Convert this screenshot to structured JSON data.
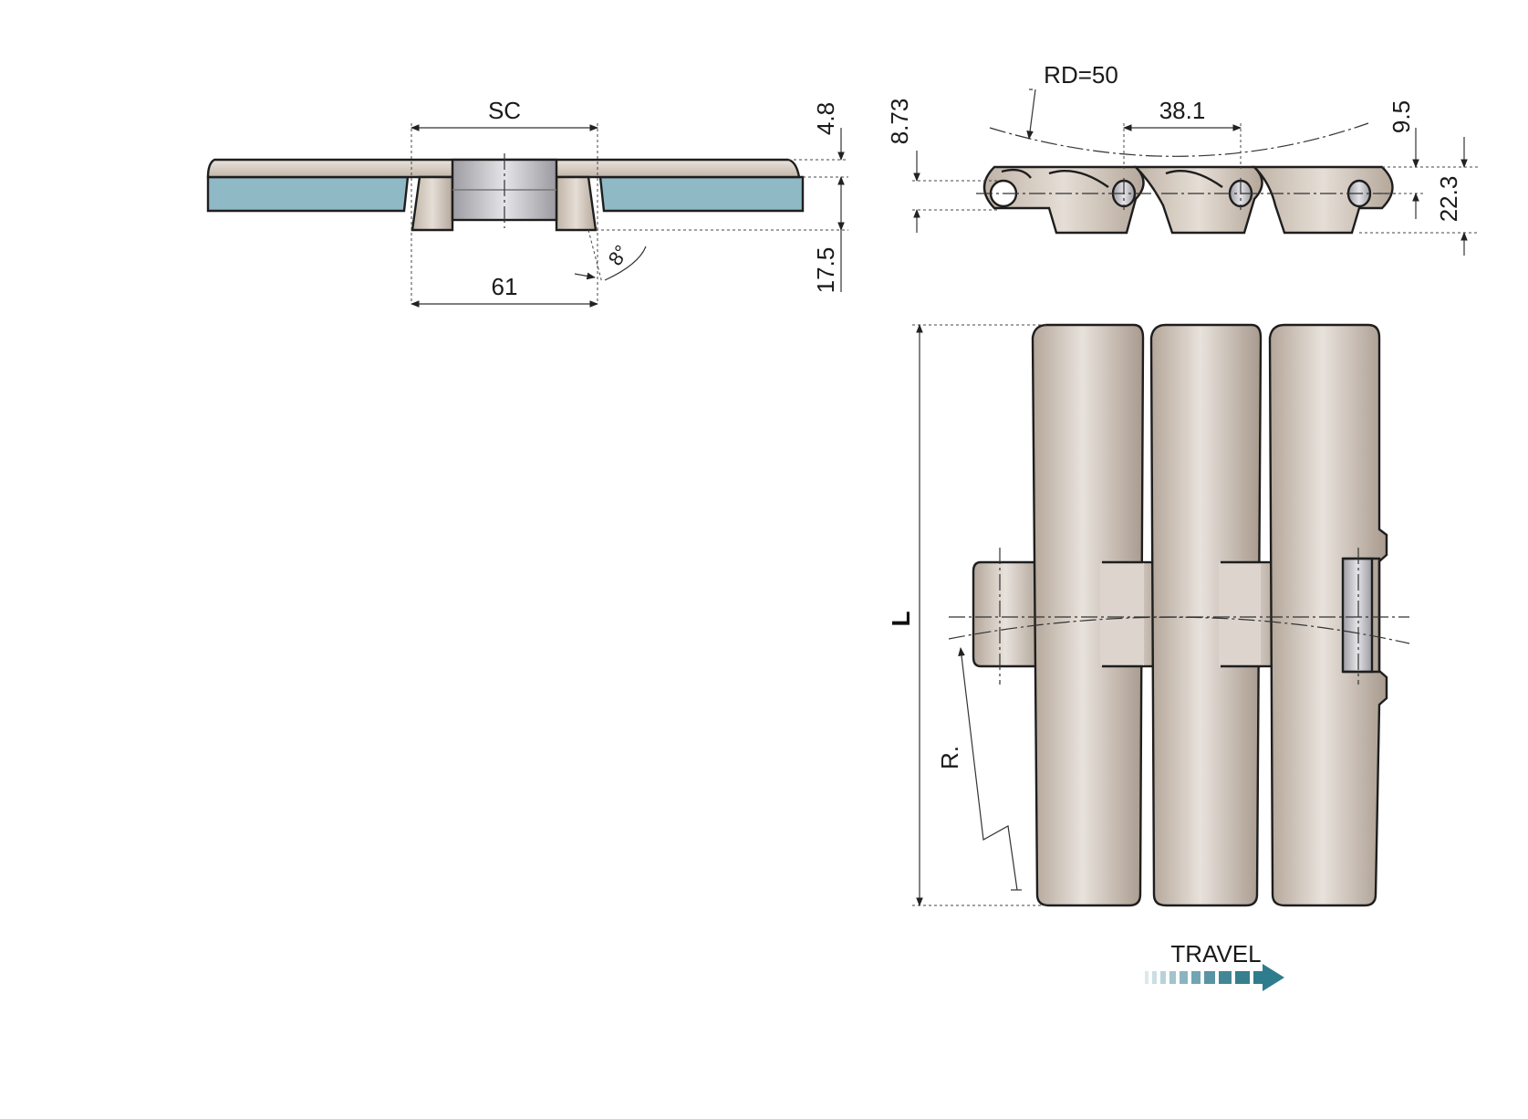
{
  "dimensions": {
    "sc": "SC",
    "top_thickness": "4.8",
    "width_61": "61",
    "height_17_5": "17.5",
    "angle": "8°",
    "rd": "RD=50",
    "pitch": "38.1",
    "h_8_73": "8.73",
    "h_9_5": "9.5",
    "h_22_3": "22.3",
    "length": "L",
    "radius": "R."
  },
  "travel": {
    "label": "TRAVEL"
  },
  "colors": {
    "plastic": "#c9bcb0",
    "rail": "#8fb9c5",
    "pin": "#b9b9bd",
    "arrow": "#2f7d8c"
  }
}
